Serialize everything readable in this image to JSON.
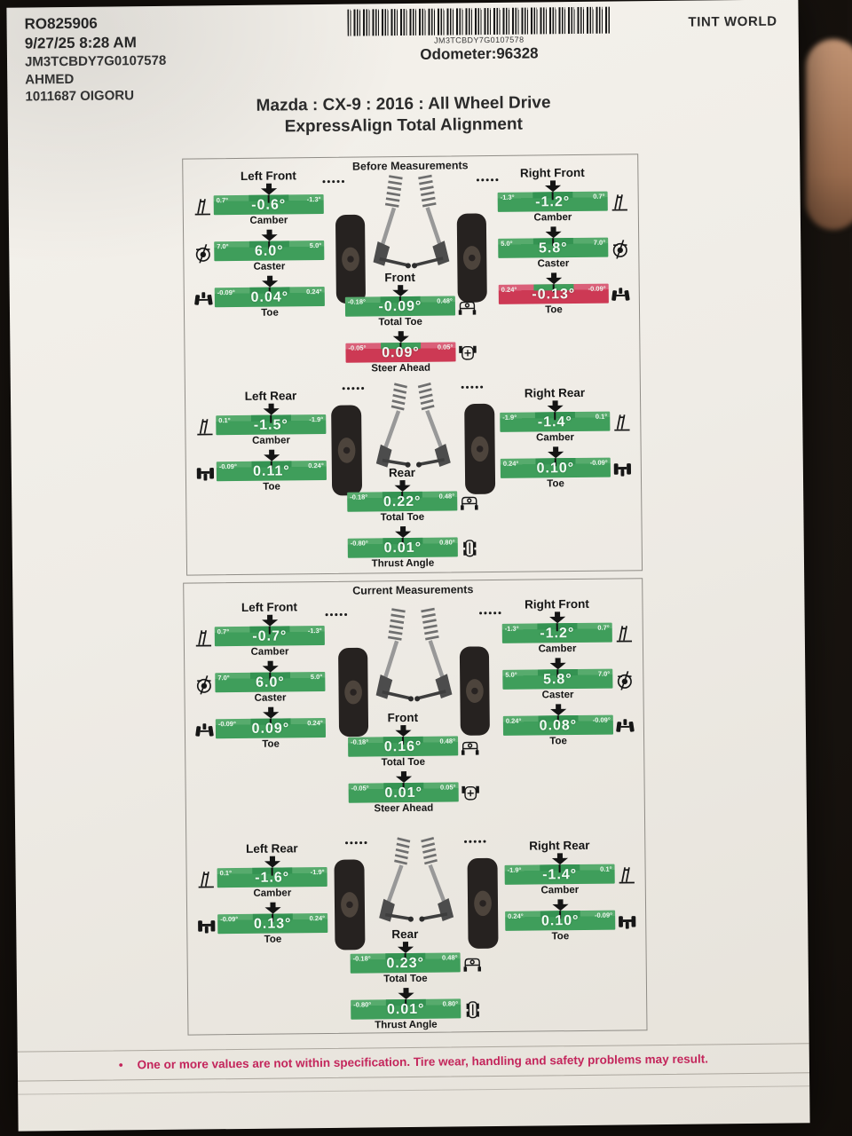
{
  "header": {
    "ro_number": "RO825906",
    "datetime": "9/27/25 8:28 AM",
    "vin": "JM3TCBDY7G0107578",
    "customer": "AHMED",
    "reference": "1011687 OIGORU",
    "brand": "TINT WORLD",
    "barcode_text": "JM3TCBDY7G0107578",
    "odometer": "Odometer:96328"
  },
  "title": {
    "line1": "Mazda : CX-9 : 2016 : All Wheel Drive",
    "line2": "ExpressAlign Total Alignment"
  },
  "colors": {
    "in_spec_green": "#3f9e5b",
    "out_of_spec_red": "#cd3954",
    "warning_text": "#c3255b"
  },
  "sections": [
    {
      "title": "Before Measurements",
      "groups": [
        {
          "wheel": "Left Front",
          "slot": "lf",
          "side": "left",
          "gauges": [
            {
              "label": "Camber",
              "value": "-0.6°",
              "min": "0.7°",
              "max": "-1.3°",
              "status": "ok",
              "icon": "camber-icon"
            },
            {
              "label": "Caster",
              "value": "6.0°",
              "min": "7.0°",
              "max": "5.0°",
              "status": "ok",
              "icon": "caster-icon"
            },
            {
              "label": "Toe",
              "value": "0.04°",
              "min": "-0.09°",
              "max": "0.24°",
              "status": "ok",
              "icon": "front-toe-icon"
            }
          ]
        },
        {
          "wheel": "Right Front",
          "slot": "rf",
          "side": "right",
          "gauges": [
            {
              "label": "Camber",
              "value": "-1.2°",
              "min": "-1.3°",
              "max": "0.7°",
              "status": "ok",
              "icon": "camber-icon"
            },
            {
              "label": "Caster",
              "value": "5.8°",
              "min": "5.0°",
              "max": "7.0°",
              "status": "ok",
              "icon": "caster-icon"
            },
            {
              "label": "Toe",
              "value": "-0.13°",
              "min": "0.24°",
              "max": "-0.09°",
              "status": "out-of-spec",
              "icon": "front-toe-icon"
            }
          ]
        },
        {
          "wheel": "Front",
          "slot": "fc",
          "side": "center",
          "gauges": [
            {
              "label": "Total Toe",
              "value": "-0.09°",
              "min": "-0.18°",
              "max": "0.48°",
              "status": "ok",
              "icon": "total-toe-icon"
            },
            {
              "label": "Steer Ahead",
              "value": "0.09°",
              "min": "-0.05°",
              "max": "0.05°",
              "status": "out-of-spec",
              "icon": "steer-ahead-icon"
            }
          ]
        },
        {
          "wheel": "Left Rear",
          "slot": "lr",
          "side": "left",
          "gauges": [
            {
              "label": "Camber",
              "value": "-1.5°",
              "min": "0.1°",
              "max": "-1.9°",
              "status": "ok",
              "icon": "camber-icon"
            },
            {
              "label": "Toe",
              "value": "0.11°",
              "min": "-0.09°",
              "max": "0.24°",
              "status": "ok",
              "icon": "rear-toe-icon"
            }
          ]
        },
        {
          "wheel": "Right Rear",
          "slot": "rr",
          "side": "right",
          "gauges": [
            {
              "label": "Camber",
              "value": "-1.4°",
              "min": "-1.9°",
              "max": "0.1°",
              "status": "ok",
              "icon": "camber-icon"
            },
            {
              "label": "Toe",
              "value": "0.10°",
              "min": "0.24°",
              "max": "-0.09°",
              "status": "ok",
              "icon": "rear-toe-icon"
            }
          ]
        },
        {
          "wheel": "Rear",
          "slot": "rc",
          "side": "center",
          "gauges": [
            {
              "label": "Total Toe",
              "value": "0.22°",
              "min": "-0.18°",
              "max": "0.48°",
              "status": "ok",
              "icon": "total-toe-icon"
            },
            {
              "label": "Thrust Angle",
              "value": "0.01°",
              "min": "-0.80°",
              "max": "0.80°",
              "status": "ok",
              "icon": "thrust-angle-icon"
            }
          ]
        }
      ]
    },
    {
      "title": "Current Measurements",
      "groups": [
        {
          "wheel": "Left Front",
          "slot": "lf",
          "side": "left",
          "gauges": [
            {
              "label": "Camber",
              "value": "-0.7°",
              "min": "0.7°",
              "max": "-1.3°",
              "status": "ok",
              "icon": "camber-icon"
            },
            {
              "label": "Caster",
              "value": "6.0°",
              "min": "7.0°",
              "max": "5.0°",
              "status": "ok",
              "icon": "caster-icon"
            },
            {
              "label": "Toe",
              "value": "0.09°",
              "min": "-0.09°",
              "max": "0.24°",
              "status": "ok",
              "icon": "front-toe-icon"
            }
          ]
        },
        {
          "wheel": "Right Front",
          "slot": "rf",
          "side": "right",
          "gauges": [
            {
              "label": "Camber",
              "value": "-1.2°",
              "min": "-1.3°",
              "max": "0.7°",
              "status": "ok",
              "icon": "camber-icon"
            },
            {
              "label": "Caster",
              "value": "5.8°",
              "min": "5.0°",
              "max": "7.0°",
              "status": "ok",
              "icon": "caster-icon"
            },
            {
              "label": "Toe",
              "value": "0.08°",
              "min": "0.24°",
              "max": "-0.09°",
              "status": "ok",
              "icon": "front-toe-icon"
            }
          ]
        },
        {
          "wheel": "Front",
          "slot": "fc",
          "side": "center",
          "gauges": [
            {
              "label": "Total Toe",
              "value": "0.16°",
              "min": "-0.18°",
              "max": "0.48°",
              "status": "ok",
              "icon": "total-toe-icon"
            },
            {
              "label": "Steer Ahead",
              "value": "0.01°",
              "min": "-0.05°",
              "max": "0.05°",
              "status": "ok",
              "icon": "steer-ahead-icon"
            }
          ]
        },
        {
          "wheel": "Left Rear",
          "slot": "lr",
          "side": "left",
          "gauges": [
            {
              "label": "Camber",
              "value": "-1.6°",
              "min": "0.1°",
              "max": "-1.9°",
              "status": "ok",
              "icon": "camber-icon"
            },
            {
              "label": "Toe",
              "value": "0.13°",
              "min": "-0.09°",
              "max": "0.24°",
              "status": "ok",
              "icon": "rear-toe-icon"
            }
          ]
        },
        {
          "wheel": "Right Rear",
          "slot": "rr",
          "side": "right",
          "gauges": [
            {
              "label": "Camber",
              "value": "-1.4°",
              "min": "-1.9°",
              "max": "0.1°",
              "status": "ok",
              "icon": "camber-icon"
            },
            {
              "label": "Toe",
              "value": "0.10°",
              "min": "0.24°",
              "max": "-0.09°",
              "status": "ok",
              "icon": "rear-toe-icon"
            }
          ]
        },
        {
          "wheel": "Rear",
          "slot": "rc",
          "side": "center",
          "gauges": [
            {
              "label": "Total Toe",
              "value": "0.23°",
              "min": "-0.18°",
              "max": "0.48°",
              "status": "ok",
              "icon": "total-toe-icon"
            },
            {
              "label": "Thrust Angle",
              "value": "0.01°",
              "min": "-0.80°",
              "max": "0.80°",
              "status": "ok",
              "icon": "thrust-angle-icon"
            }
          ]
        }
      ]
    }
  ],
  "footer": {
    "bullet": "•",
    "warning": "One or more values are not within specification.  Tire wear, handling and safety problems may result."
  }
}
